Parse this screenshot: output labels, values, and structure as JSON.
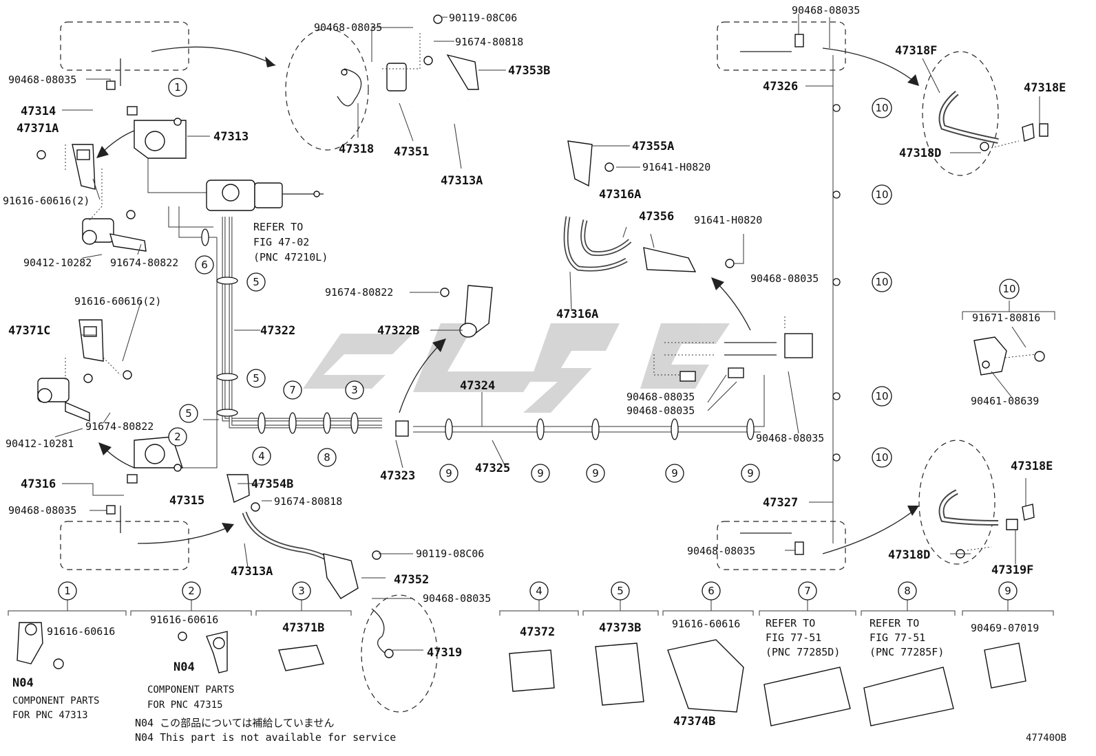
{
  "diagram_id": "47740OB",
  "notes": {
    "line1": "N04 この部品については補給していません",
    "line2": "N04 This part is not available for service"
  },
  "refs": {
    "fig4702_l1": "REFER TO",
    "fig4702_l2": "FIG 47-02",
    "fig4702_l3": "(PNC 47210L)"
  },
  "parts": {
    "p90468_a": "90468-08035",
    "p90468_b": "90468-08035",
    "p90468_c": "90468-08035",
    "p90468_d": "90468-08035",
    "p90468_e": "90468-08035",
    "p90468_f": "90468-08035",
    "p90468_g": "90468-08035",
    "p90468_h": "90468-08035",
    "p90468_i": "90468-08035",
    "p90119_a": "90119-08C06",
    "p90119_b": "90119-08C06",
    "p91674_80818_a": "91674-80818",
    "p91674_80818_b": "91674-80818",
    "p91674_80822_a": "91674-80822",
    "p91674_80822_b": "91674-80822",
    "p91674_80822_c": "91674-80822",
    "p91616_2a": "91616-60616(2)",
    "p91616_2b": "91616-60616(2)",
    "p90412_10282": "90412-10282",
    "p90412_10281": "90412-10281",
    "p91641_a": "91641-H0820",
    "p91641_b": "91641-H0820",
    "p91671": "91671-80816",
    "p90461": "90461-08639",
    "p47353B": "47353B",
    "p47318": "47318",
    "p47351": "47351",
    "p47313A_top": "47313A",
    "p47313A_bot": "47313A",
    "p47314": "47314",
    "p47371A": "47371A",
    "p47313": "47313",
    "p47322": "47322",
    "p47322B": "47322B",
    "p47371C": "47371C",
    "p47316": "47316",
    "p47315": "47315",
    "p47354B": "47354B",
    "p47352": "47352",
    "p47319": "47319",
    "p47323": "47323",
    "p47324": "47324",
    "p47325": "47325",
    "p47355A": "47355A",
    "p47316A_a": "47316A",
    "p47316A_b": "47316A",
    "p47356": "47356",
    "p47326": "47326",
    "p47327": "47327",
    "p47318F": "47318F",
    "p47318E_a": "47318E",
    "p47318E_b": "47318E",
    "p47318D_a": "47318D",
    "p47318D_b": "47318D",
    "p47319F": "47319F"
  },
  "callouts": {
    "c1": "1",
    "c2": "2",
    "c3": "3",
    "c4": "4",
    "c5a": "5",
    "c5b": "5",
    "c5c": "5",
    "c6": "6",
    "c7": "7",
    "c8": "8",
    "c9a": "9",
    "c9b": "9",
    "c9c": "9",
    "c9d": "9",
    "c9e": "9",
    "c9f": "9",
    "c10a": "10",
    "c10b": "10",
    "c10c": "10",
    "c10d": "10",
    "c10e": "10",
    "c10f": "10"
  },
  "legend": [
    {
      "num": "1",
      "part": "91616-60616",
      "code": "N04",
      "note1": "COMPONENT PARTS",
      "note2": "FOR PNC 47313"
    },
    {
      "num": "2",
      "part": "91616-60616",
      "code": "N04",
      "note1": "COMPONENT PARTS",
      "note2": "FOR PNC 47315"
    },
    {
      "num": "3",
      "part": "47371B"
    },
    {
      "num": "4",
      "part": "47372"
    },
    {
      "num": "5",
      "part": "47373B"
    },
    {
      "num": "6",
      "part": "91616-60616",
      "part2": "47374B"
    },
    {
      "num": "7",
      "ref1": "REFER TO",
      "ref2": "FIG 77-51",
      "ref3": "(PNC 77285D)"
    },
    {
      "num": "8",
      "ref1": "REFER TO",
      "ref2": "FIG 77-51",
      "ref3": "(PNC 77285F)"
    },
    {
      "num": "9",
      "part": "90469-07019"
    }
  ]
}
